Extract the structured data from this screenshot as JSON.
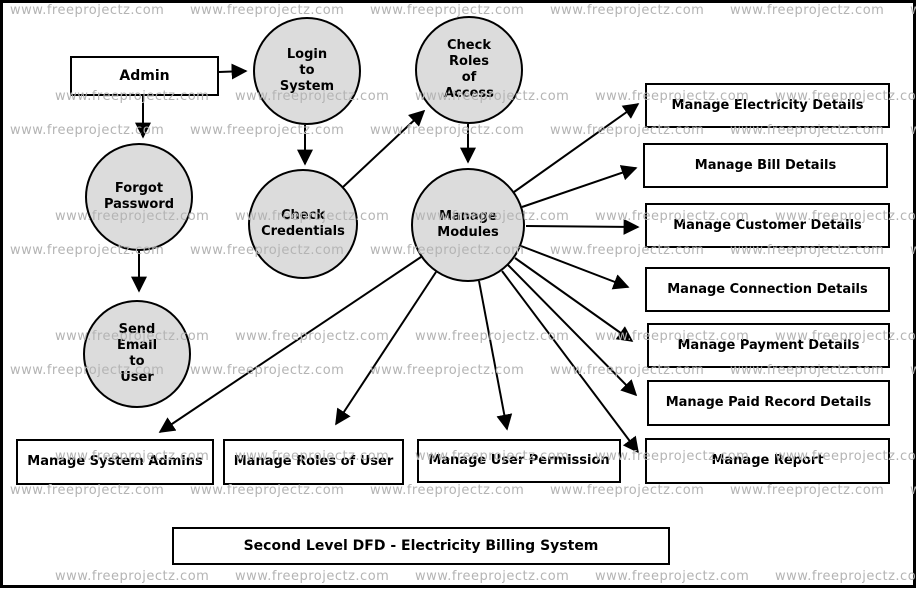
{
  "title": {
    "label": "Second Level DFD - Electricity Billing System"
  },
  "watermark": {
    "text": "www.freeprojectz.com",
    "color": "#b4b4b4"
  },
  "colors": {
    "process_fill": "#dcdcdc",
    "stroke": "#000000",
    "background": "#ffffff"
  },
  "entities": {
    "admin": {
      "label": "Admin"
    }
  },
  "processes": {
    "login": {
      "lines": [
        "Login",
        "to",
        "System"
      ]
    },
    "check_roles": {
      "lines": [
        "Check",
        "Roles",
        "of",
        "Access"
      ]
    },
    "forgot_password": {
      "lines": [
        "Forgot",
        "Password"
      ]
    },
    "check_credentials": {
      "lines": [
        "Check",
        "Credentials"
      ]
    },
    "manage_modules": {
      "lines": [
        "Manage",
        "Modules"
      ]
    },
    "send_email": {
      "lines": [
        "Send",
        "Email",
        "to",
        "User"
      ]
    }
  },
  "stores": {
    "electricity": {
      "label": "Manage Electricity Details"
    },
    "bill": {
      "label": "Manage Bill Details"
    },
    "customer": {
      "label": "Manage Customer Details"
    },
    "connection": {
      "label": "Manage Connection Details"
    },
    "payment": {
      "label": "Manage Payment Details"
    },
    "paid_record": {
      "label": "Manage Paid Record Details"
    },
    "report": {
      "label": "Manage Report"
    },
    "system_admins": {
      "label": "Manage System Admins"
    },
    "roles_of_user": {
      "label": "Manage Roles of User"
    },
    "user_permission": {
      "label": "Manage User Permission"
    }
  }
}
